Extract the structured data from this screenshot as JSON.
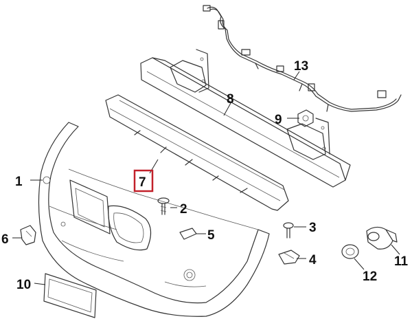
{
  "diagram": {
    "callouts": [
      {
        "id": "1",
        "label": "1"
      },
      {
        "id": "2",
        "label": "2"
      },
      {
        "id": "3",
        "label": "3"
      },
      {
        "id": "4",
        "label": "4"
      },
      {
        "id": "5",
        "label": "5"
      },
      {
        "id": "6",
        "label": "6"
      },
      {
        "id": "7",
        "label": "7",
        "highlighted": true
      },
      {
        "id": "8",
        "label": "8"
      },
      {
        "id": "9",
        "label": "9"
      },
      {
        "id": "10",
        "label": "10"
      },
      {
        "id": "11",
        "label": "11"
      },
      {
        "id": "12",
        "label": "12"
      },
      {
        "id": "13",
        "label": "13"
      }
    ],
    "highlight_color": "#c2202a",
    "line_color": "#333333"
  }
}
